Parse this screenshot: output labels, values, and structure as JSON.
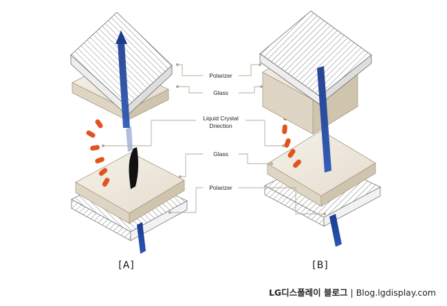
{
  "labels": {
    "polarizer_top": "Polarizer",
    "glass_top": "Glass",
    "lc_line1": "Liquid Crystal",
    "lc_line2": "Driection",
    "glass_bottom": "Glass",
    "polarizer_bottom": "Polarizer"
  },
  "panels": {
    "a": "[A]",
    "b": "[B]"
  },
  "footer": {
    "brand": "LG디스플레이 블로그",
    "separator": " | ",
    "site": "Blog.lgdisplay.com"
  },
  "colors": {
    "light_arrow": "#1c3c8e",
    "liquid_crystal": "#e0541f",
    "glass": "#ece6da",
    "leader_line": "#b5a894"
  }
}
